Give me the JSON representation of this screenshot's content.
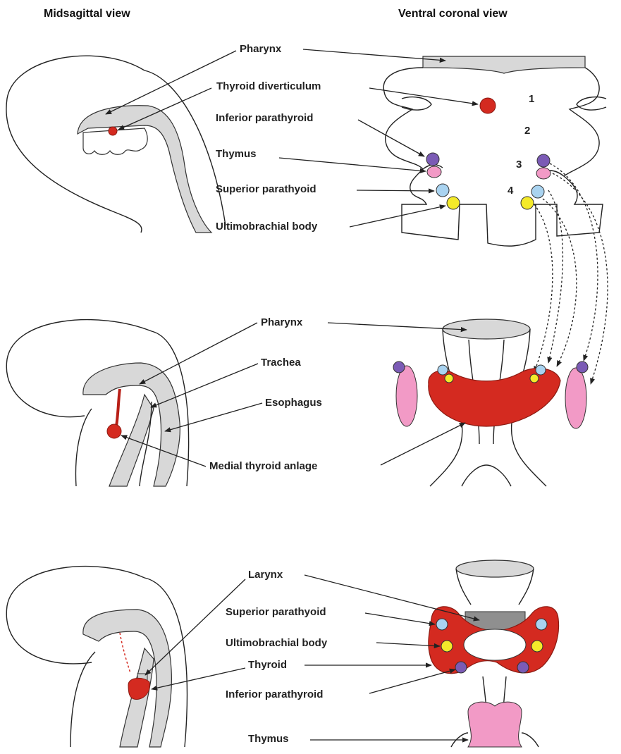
{
  "headers": {
    "left": "Midsagittal view",
    "right": "Ventral coronal view"
  },
  "panel1": {
    "pharynx": "Pharynx",
    "thyroid_diverticulum": "Thyroid diverticulum",
    "inferior_parathyroid": "Inferior parathyroid",
    "thymus": "Thymus",
    "superior_parathyroid": "Superior parathyoid",
    "ultimobranchial": "Ultimobrachial body",
    "pouch_numbers": [
      "1",
      "2",
      "3",
      "4"
    ]
  },
  "panel2": {
    "pharynx": "Pharynx",
    "trachea": "Trachea",
    "esophagus": "Esophagus",
    "medial_thyroid": "Medial thyroid anlage"
  },
  "panel3": {
    "larynx": "Larynx",
    "superior_parathyroid": "Superior parathyoid",
    "ultimobranchial": "Ultimobrachial body",
    "thyroid": "Thyroid",
    "inferior_parathyroid": "Inferior parathyroid",
    "thymus": "Thymus"
  },
  "colors": {
    "thyroid": "#d42a20",
    "thymus": "#f29ac6",
    "inferior_parathyroid": "#7b5bb5",
    "superior_parathyroid": "#a9d3f0",
    "ultimobranchial": "#f4ea2a",
    "tissue_gray": "#d8d8d8"
  }
}
